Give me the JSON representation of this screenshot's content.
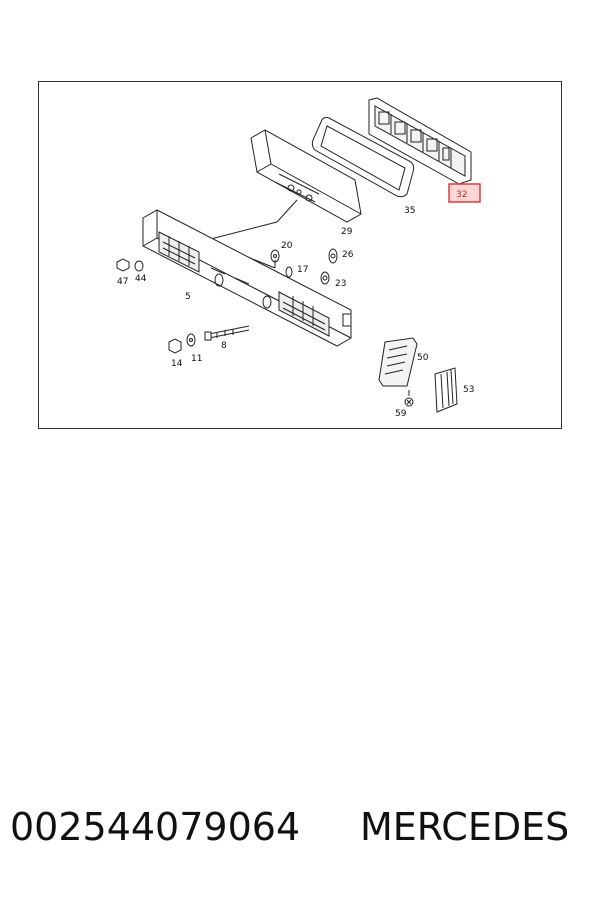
{
  "diagram": {
    "callouts": {
      "p32": "32",
      "p35": "35",
      "p29": "29",
      "p20": "20",
      "p26": "26",
      "p17": "17",
      "p23": "23",
      "p47": "47",
      "p44": "44",
      "p5": "5",
      "p8": "8",
      "p14": "14",
      "p11": "11",
      "p50": "50",
      "p53": "53",
      "p59": "59"
    },
    "highlight_color": "#e53935"
  },
  "footer": {
    "part_number": "002544079064",
    "brand": "MERCEDES"
  }
}
